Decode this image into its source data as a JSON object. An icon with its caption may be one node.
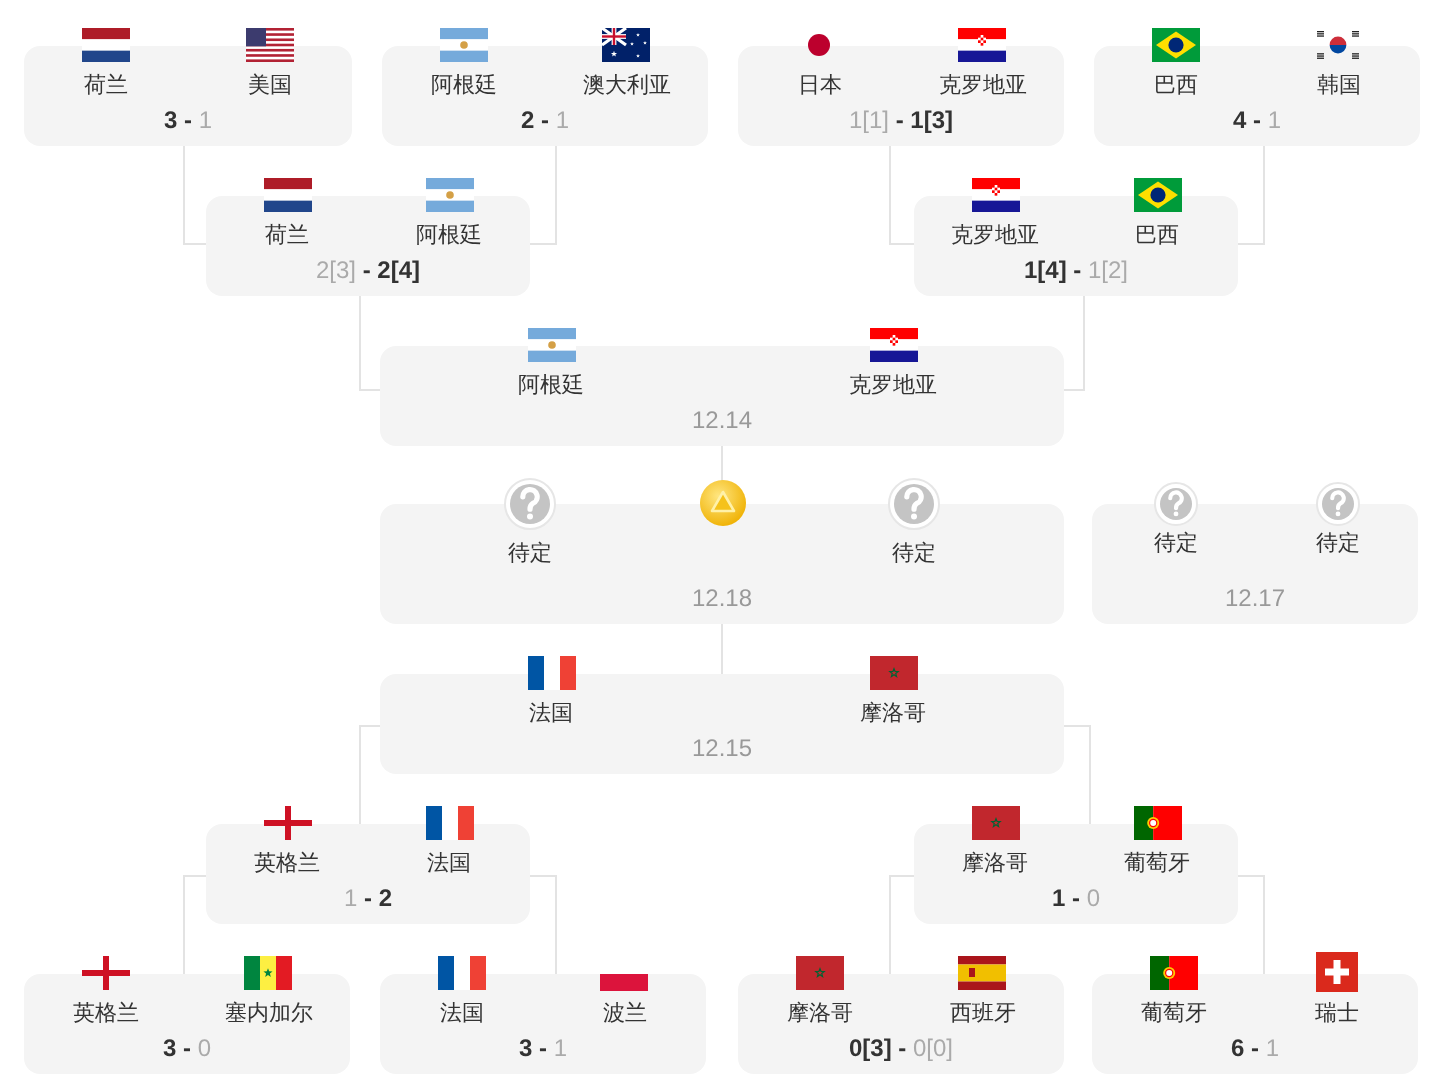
{
  "diagram": {
    "nodes": [
      {
        "text": [
          "荷兰",
          "美国",
          "**3 -** 1"
        ]
      },
      {
        "text": [
          "阿根廷",
          "澳大利亚",
          "**2 -** 1"
        ]
      },
      {
        "text": [
          "日本",
          "克罗地亚",
          "1[1] **- 1[3]**"
        ]
      },
      {
        "text": [
          "巴西",
          "韩国",
          "**4 -** 1"
        ]
      },
      {
        "text": [
          "荷兰",
          "阿根廷",
          "2[3] **- 2[4]**"
        ]
      },
      {
        "text": [
          "克罗地亚",
          "巴西",
          "**1[4] -** 1[2]"
        ]
      },
      {
        "text": [
          "阿根廷",
          "克罗地亚",
          "12.14"
        ]
      },
      {
        "text": [
          "待定",
          "待定",
          "12.18"
        ]
      },
      {
        "text": [
          "待定",
          "待定",
          "12.17"
        ]
      },
      {
        "text": [
          "法国",
          "摩洛哥",
          "12.15"
        ]
      },
      {
        "text": [
          "英格兰",
          "法国",
          "1 **- 2**"
        ]
      },
      {
        "text": [
          "摩洛哥",
          "葡萄牙",
          "**1 -** 0"
        ]
      },
      {
        "text": [
          "英格兰",
          "塞内加尔",
          "**3 -** 0"
        ]
      },
      {
        "text": [
          "法国",
          "波兰",
          "**3 -** 1"
        ]
      },
      {
        "text": [
          "摩洛哥",
          "西班牙",
          "**0[3] -** 0[0]"
        ]
      },
      {
        "text": [
          "葡萄牙",
          "瑞士",
          "**6 -** 1"
        ]
      }
    ],
    "edges": [
      {
        "from": 0,
        "to": 4,
        "arrow": "none"
      },
      {
        "from": 1,
        "to": 4,
        "arrow": "none"
      },
      {
        "from": 2,
        "to": 5,
        "arrow": "none"
      },
      {
        "from": 3,
        "to": 5,
        "arrow": "none"
      },
      {
        "from": 4,
        "to": 6,
        "arrow": "none"
      },
      {
        "from": 5,
        "to": 6,
        "arrow": "none"
      },
      {
        "from": 6,
        "to": 7,
        "arrow": "none"
      },
      {
        "from": 9,
        "to": 7,
        "arrow": "none"
      },
      {
        "from": 10,
        "to": 9,
        "arrow": "none"
      },
      {
        "from": 11,
        "to": 9,
        "arrow": "none"
      },
      {
        "from": 12,
        "to": 10,
        "arrow": "none"
      },
      {
        "from": 13,
        "to": 10,
        "arrow": "none"
      },
      {
        "from": 14,
        "to": 11,
        "arrow": "none"
      },
      {
        "from": 15,
        "to": 11,
        "arrow": "none"
      }
    ]
  }
}
